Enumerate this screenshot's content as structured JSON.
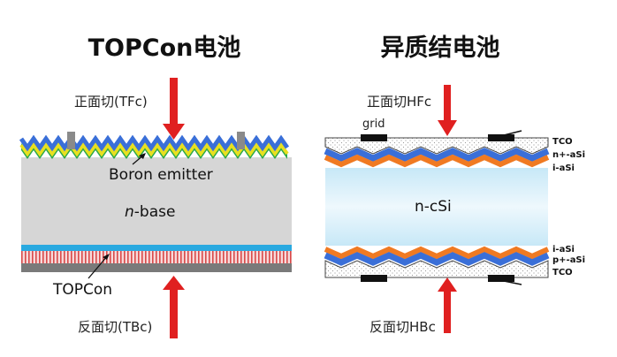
{
  "left": {
    "title": "TOPCon电池",
    "front_cut": "正面切(TFc)",
    "back_cut": "反面切(TBc)",
    "emitter_label": "Boron emitter",
    "base_italic": "n",
    "base_rest": "-base",
    "topcon_label": "TOPCon"
  },
  "right": {
    "title": "异质结电池",
    "front_cut": "正面切HFc",
    "back_cut": "反面切HBc",
    "grid_label": "grid",
    "core_label": "n-cSi",
    "layers_top": [
      "TCO",
      "n+-aSi",
      "i-aSi"
    ],
    "layers_bottom": [
      "i-aSi",
      "p+-aSi",
      "TCO"
    ]
  },
  "colors": {
    "arrow": "#e02020",
    "blue": "#3a6fd8",
    "green": "#2aa84a",
    "yellow": "#e8e020",
    "gray": "#d6d6d6",
    "cyan": "#29a9e0",
    "orange": "#f07a22",
    "core": "#dff2fb"
  }
}
